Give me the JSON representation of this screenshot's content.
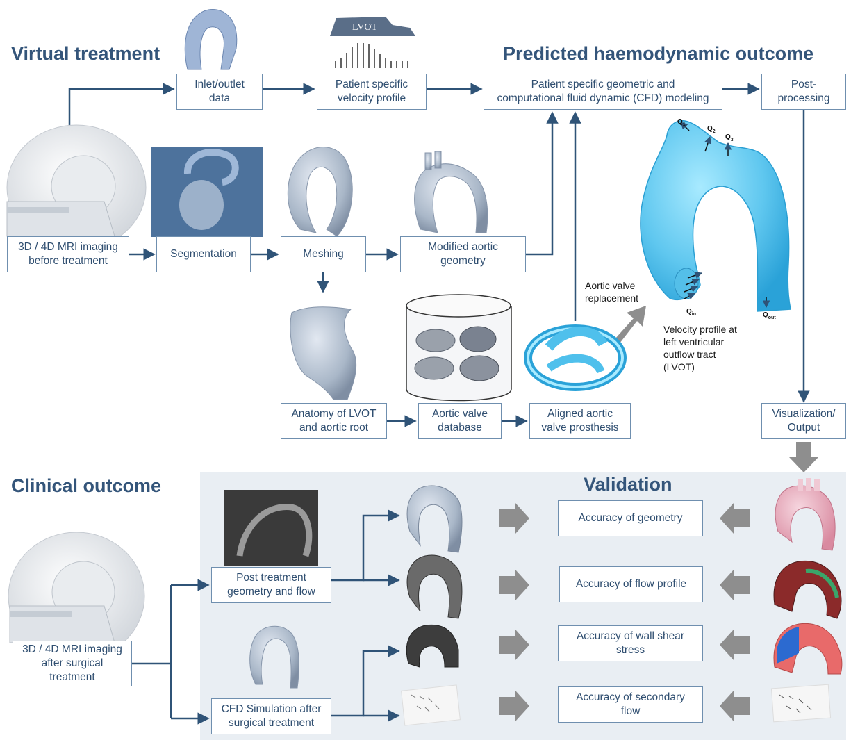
{
  "sections": {
    "virtual_treatment": "Virtual treatment",
    "predicted_outcome": "Predicted haemodynamic outcome",
    "clinical_outcome": "Clinical outcome",
    "validation": "Validation"
  },
  "boxes": {
    "inlet_outlet": "Inlet/outlet\ndata",
    "velocity_profile": "Patient specific\nvelocity profile",
    "cfd_modeling": "Patient specific geometric and\ncomputational fluid dynamic (CFD) modeling",
    "post_processing": "Post-\nprocessing",
    "mri_before": "3D / 4D MRI imaging\nbefore treatment",
    "segmentation": "Segmentation",
    "meshing": "Meshing",
    "modified_geometry": "Modified aortic\ngeometry",
    "lvot_anatomy": "Anatomy of LVOT\nand aortic root",
    "valve_database": "Aortic valve\ndatabase",
    "aligned_prosthesis": "Aligned aortic\nvalve prosthesis",
    "visualization_output": "Visualization/\nOutput",
    "post_treatment_flow": "Post treatment\ngeometry and flow",
    "mri_after": "3D / 4D MRI imaging\nafter surgical\ntreatment",
    "cfd_after": "CFD Simulation after\nsurgical treatment",
    "acc_geometry": "Accuracy of geometry",
    "acc_flow_profile": "Accuracy of flow profile",
    "acc_wss": "Accuracy of wall shear\nstress",
    "acc_secondary": "Accuracy of secondary\nflow"
  },
  "captions": {
    "lvot_icon": "LVOT",
    "valve_replacement": "Aortic valve\nreplacement",
    "velocity_caption": "Velocity profile at\nleft ventricular\noutflow tract\n(LVOT)"
  },
  "flow_labels": {
    "q1": "Q",
    "q1_sub": "1",
    "q2": "Q",
    "q2_sub": "2",
    "q3": "Q",
    "q3_sub": "3",
    "qin": "Q",
    "qin_sub": "in",
    "qout": "Q",
    "qout_sub": "out"
  },
  "colors": {
    "title": "#34557a",
    "box_border": "#6f8faf",
    "arrow": "#2f5377",
    "panel": "#e9eef3",
    "grey_arrow": "#8e8e8e",
    "aorta_blue": "#6ccff2",
    "render_grey": "#a9b7c8"
  }
}
